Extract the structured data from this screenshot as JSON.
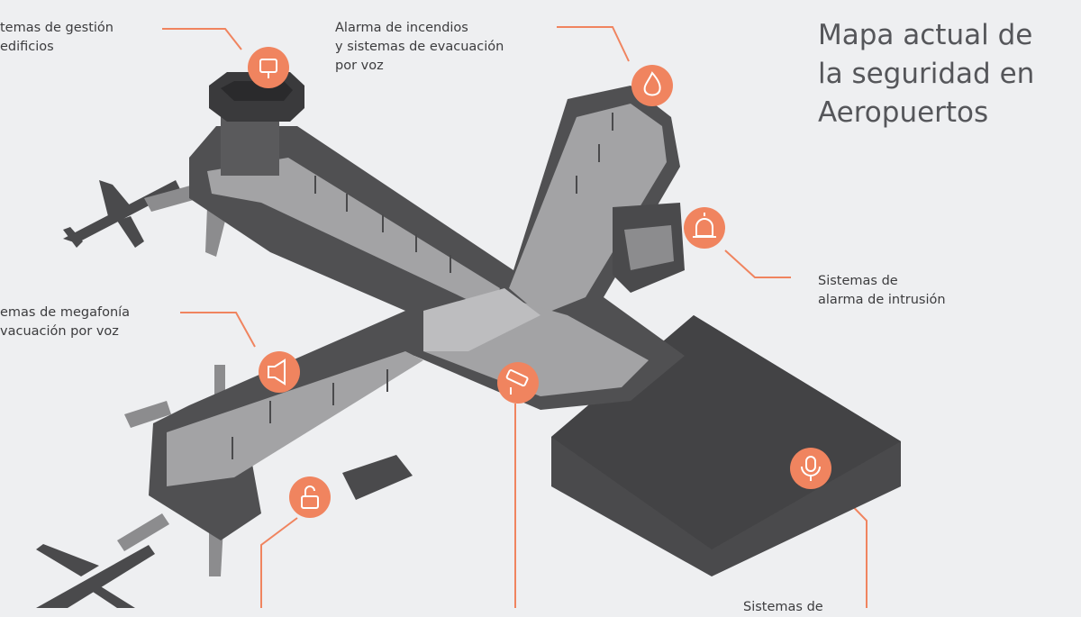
{
  "title": {
    "lines": [
      "Mapa actual de",
      "la seguridad en",
      "Aeropuertos"
    ]
  },
  "labels": {
    "building_management": [
      "temas de gestión",
      "edificios"
    ],
    "fire_alarm": [
      "Alarma de incendios",
      "y sistemas de evacuación",
      "por voz"
    ],
    "intrusion": [
      "Sistemas de",
      "alarma de intrusión"
    ],
    "public_address": [
      "emas de megafonía",
      "vacuación por voz"
    ],
    "bottom_right": "Sistemas de"
  },
  "icons": [
    "building-management-icon",
    "fire-icon",
    "alarm-siren-icon",
    "megaphone-icon",
    "cctv-camera-icon",
    "access-control-lock-icon",
    "microphone-icon"
  ],
  "colors": {
    "accent": "#f0845f",
    "dark": "#48484a",
    "mid": "#8c8c8e",
    "floor": "#a3a3a5",
    "background": "#eeeff1"
  }
}
